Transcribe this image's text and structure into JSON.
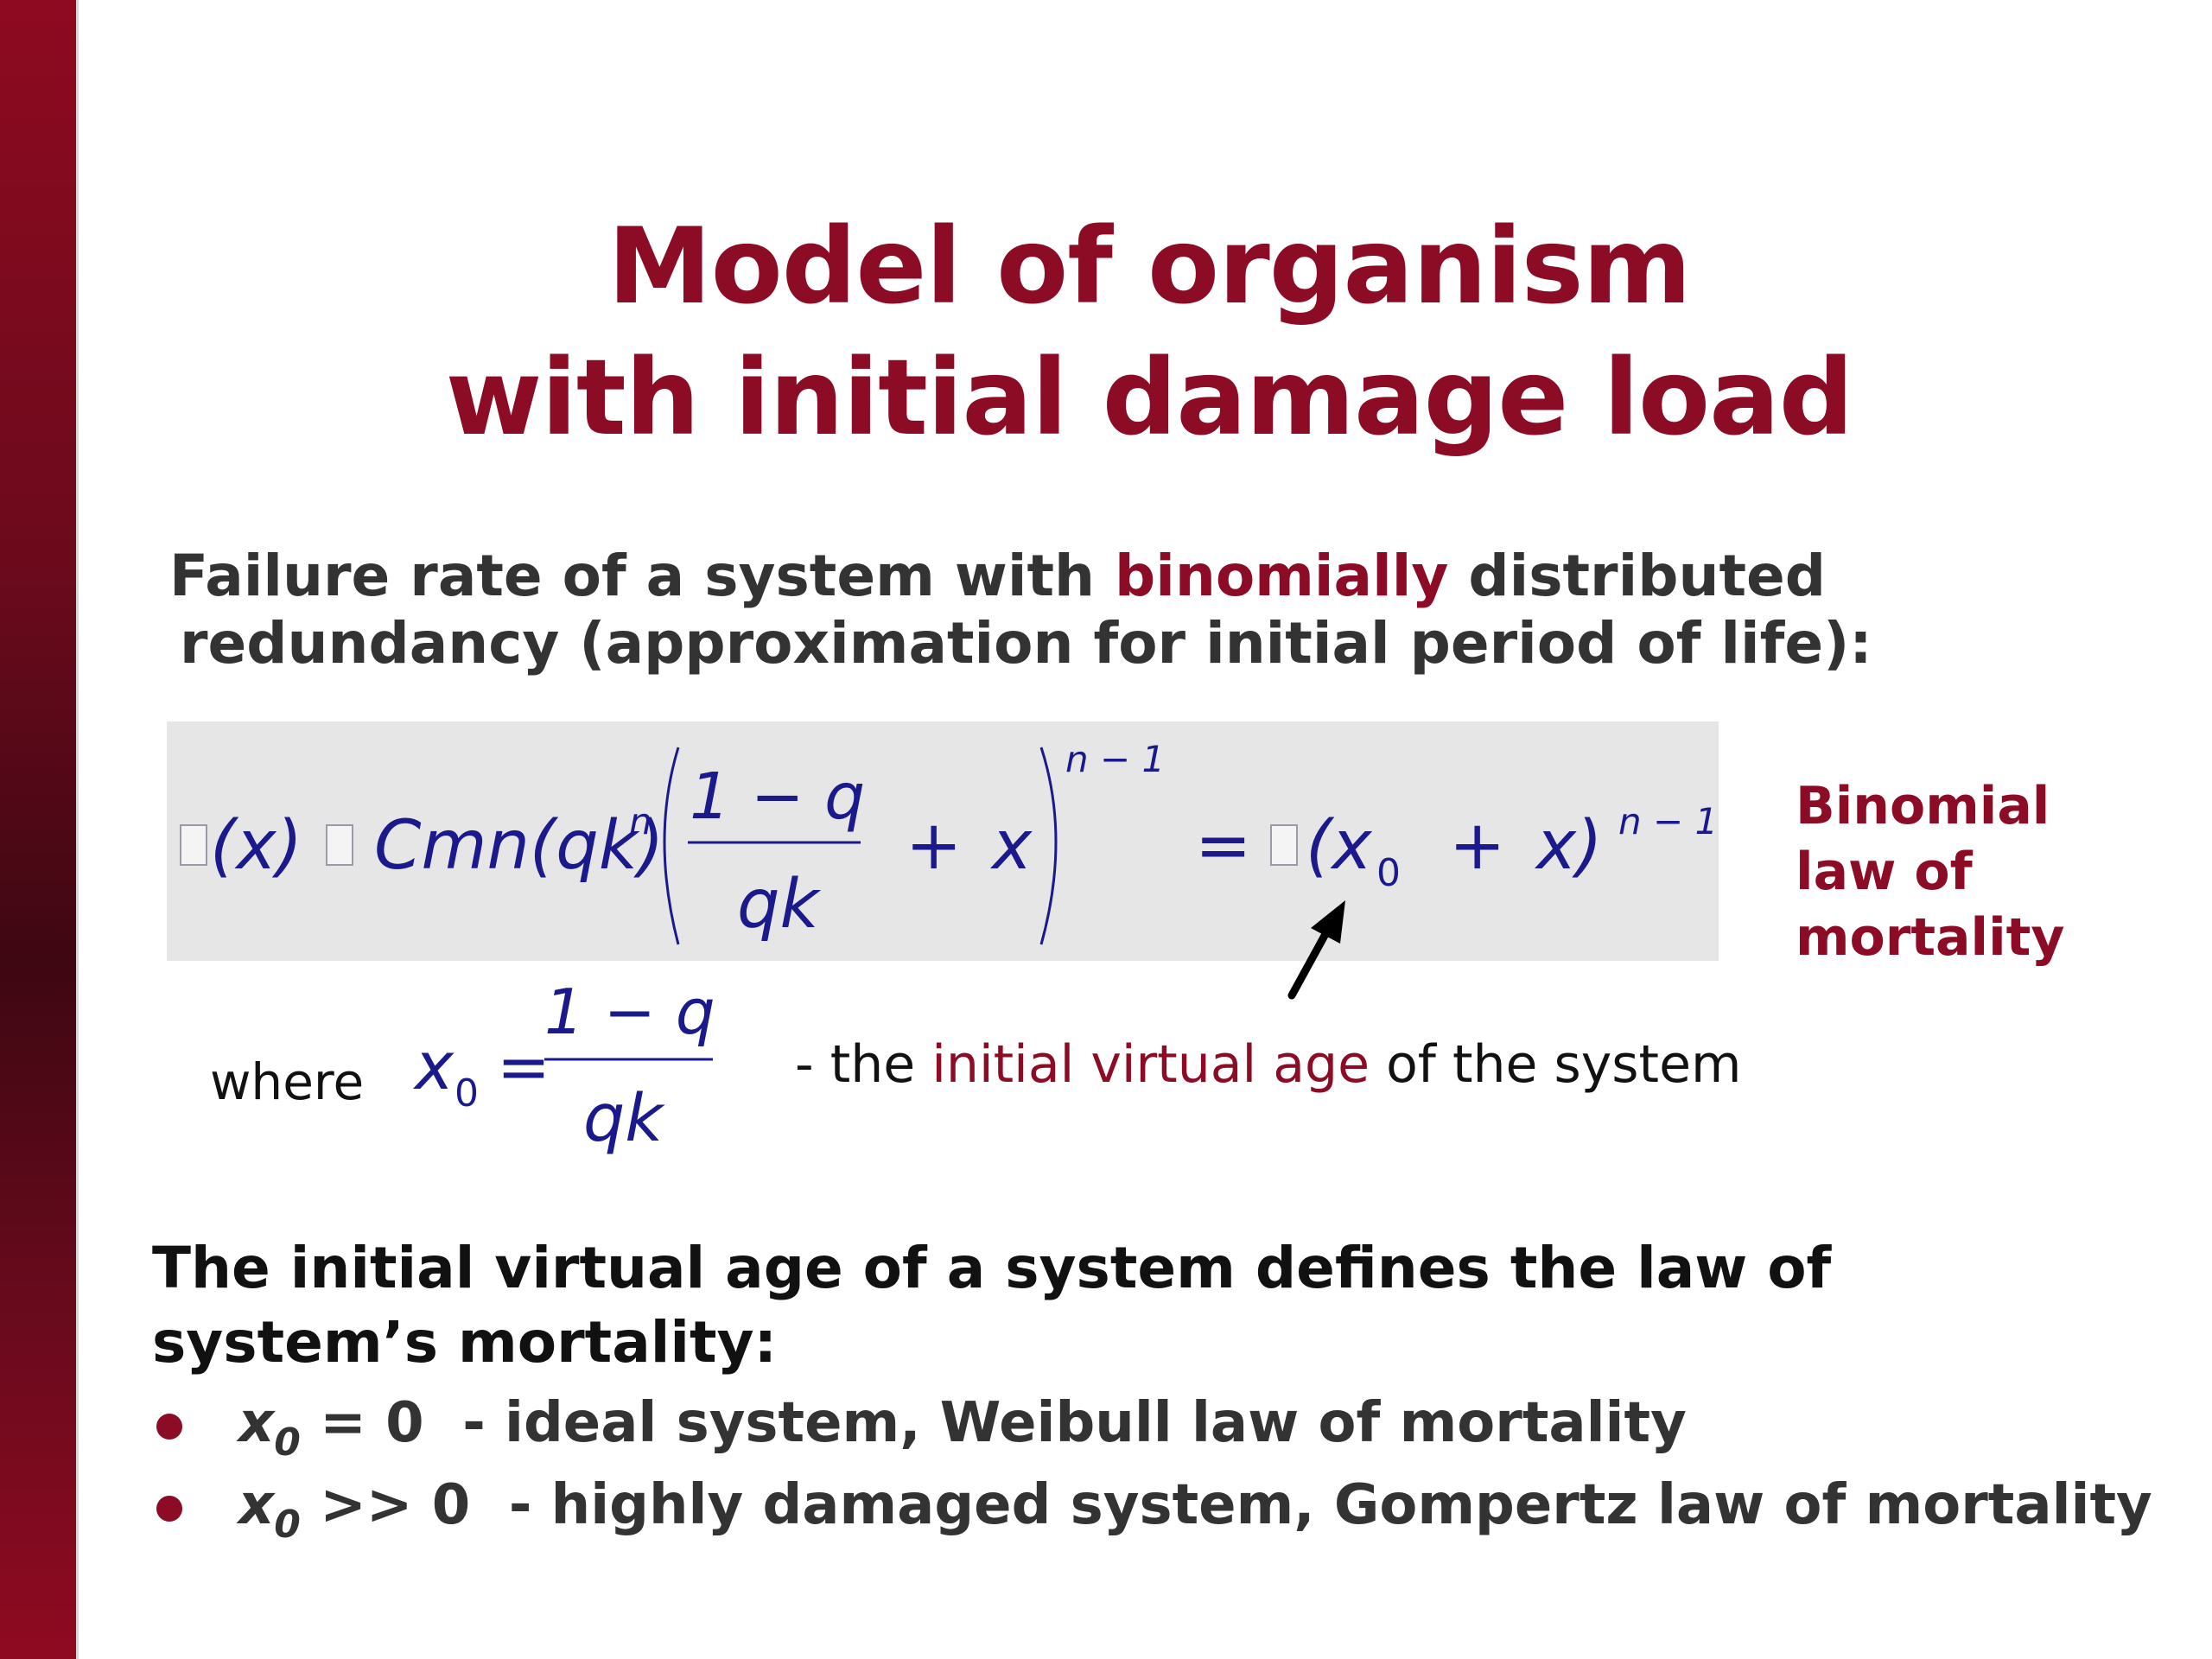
{
  "slide": {
    "title_line1": "Model of organism",
    "title_line2": "with initial damage load"
  },
  "intro": {
    "line1_part1": "Failure rate of a system with ",
    "line1_accent": "binomially",
    "line1_part2": " distributed",
    "line2": "redundancy (approximation for initial period of life):"
  },
  "formula": {
    "lhs_arg": "(x)",
    "cmn": "Cmn(qk)",
    "exp_n": "n",
    "frac_num": "1 − q",
    "frac_den": "qk",
    "plus": "+",
    "x": "x",
    "outer_exp": "n − 1",
    "equals": "=",
    "rhs_open": "(x",
    "rhs_sub": "0",
    "rhs_plus": "+",
    "rhs_x": "x)",
    "rhs_exp": "n − 1"
  },
  "side_label": {
    "line1": "Binomial",
    "line2": "law of",
    "line3": "mortality"
  },
  "where": {
    "label": "where",
    "x0": "x",
    "x0_sub": "0",
    "equals": "=",
    "num": "1 − q",
    "den": "qk",
    "desc_part1": "- the ",
    "desc_accent": "initial virtual age",
    "desc_part2": " of the system"
  },
  "summary": {
    "line1": "The initial virtual age of a system defines the law of",
    "line2": "system’s mortality:"
  },
  "bullets": [
    {
      "var": "x",
      "sub": "0",
      "rel": " = 0",
      "text": "  - ideal system, Weibull law of mortality"
    },
    {
      "var": "x",
      "sub": "0",
      "rel": " >> 0",
      "text": "  - highly damaged system, Gompertz law of mortality"
    }
  ],
  "colors": {
    "accent": "#8c0b25",
    "math": "#1a1a8c",
    "formula_box": "#e6e6e6"
  }
}
